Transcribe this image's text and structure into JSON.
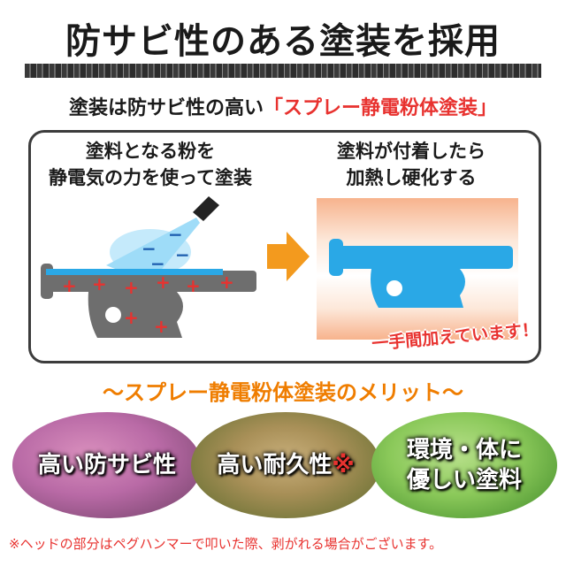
{
  "title": "防サビ性のある塗装を採用",
  "subtitle": {
    "lead": "塗装は防サビ性の高い",
    "highlight": "「スプレー静電粉体塗装」"
  },
  "process": {
    "step1_line1": "塗料となる粉を",
    "step1_line2": "静電気の力を使って塗装",
    "step2_line1": "塗料が付着したら",
    "step2_line2": "加熱し硬化する",
    "handmade_note": "一手間加えています！",
    "plus_sign": "+",
    "minus_sign": "−"
  },
  "merits": {
    "title": "～スプレー静電粉体塗装のメリット～",
    "items": [
      {
        "line1": "高い防サビ性",
        "line2": ""
      },
      {
        "line1": "高い耐久性",
        "mark": "※"
      },
      {
        "line1": "環境・体に",
        "line2": "優しい塗料"
      }
    ]
  },
  "footnote": "※ヘッドの部分はペグハンマーで叩いた際、剥がれる場合がございます。",
  "colors": {
    "accent_red": "#e8322f",
    "accent_orange": "#ef7d00",
    "powder_blue": "#2aa8e6",
    "metal_gray": "#6e6e6e"
  }
}
